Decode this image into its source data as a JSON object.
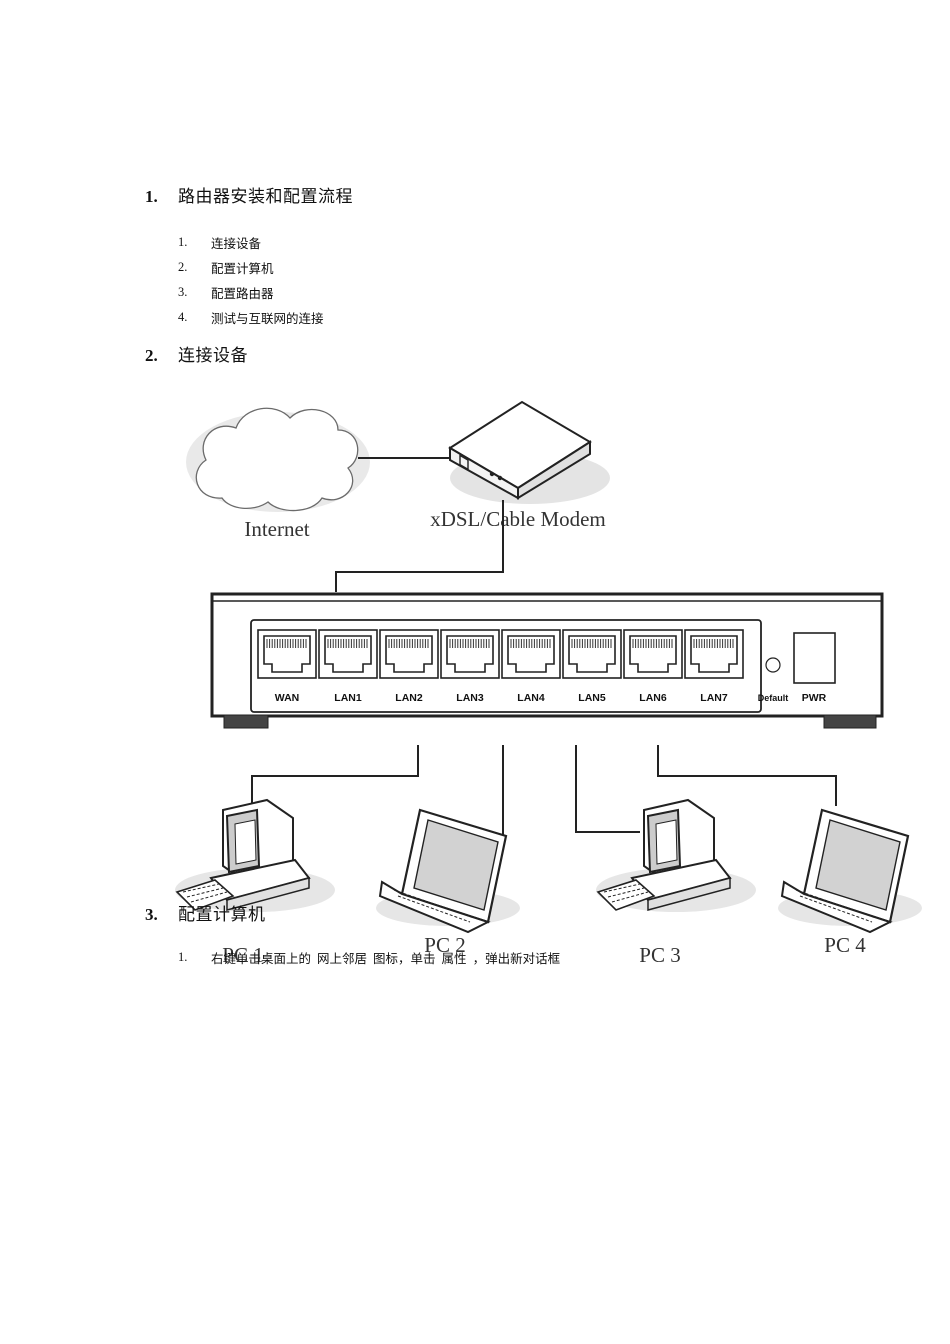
{
  "sections": [
    {
      "number": "1.",
      "title": "路由器安装和配置流程"
    },
    {
      "number": "2.",
      "title": "连接设备"
    },
    {
      "number": "3.",
      "title": "配置计算机"
    }
  ],
  "install_steps": [
    {
      "number": "1.",
      "text": "连接设备"
    },
    {
      "number": "2.",
      "text": "配置计算机"
    },
    {
      "number": "3.",
      "text": "配置路由器"
    },
    {
      "number": "4.",
      "text": "测试与互联网的连接"
    }
  ],
  "computer_steps": {
    "number": "1.",
    "parts": [
      "右键单击桌面上的",
      "网上邻居",
      "图标，单击",
      "属性",
      "，弹出新对话框"
    ]
  },
  "diagram": {
    "internet_label": "Internet",
    "modem_label": "xDSL/Cable Modem",
    "ports": [
      "WAN",
      "LAN1",
      "LAN2",
      "LAN3",
      "LAN4",
      "LAN5",
      "LAN6",
      "LAN7"
    ],
    "default_label": "Default",
    "pwr_label": "PWR",
    "pc_labels": [
      "PC 1",
      "PC 2",
      "PC 3",
      "PC 4"
    ]
  }
}
